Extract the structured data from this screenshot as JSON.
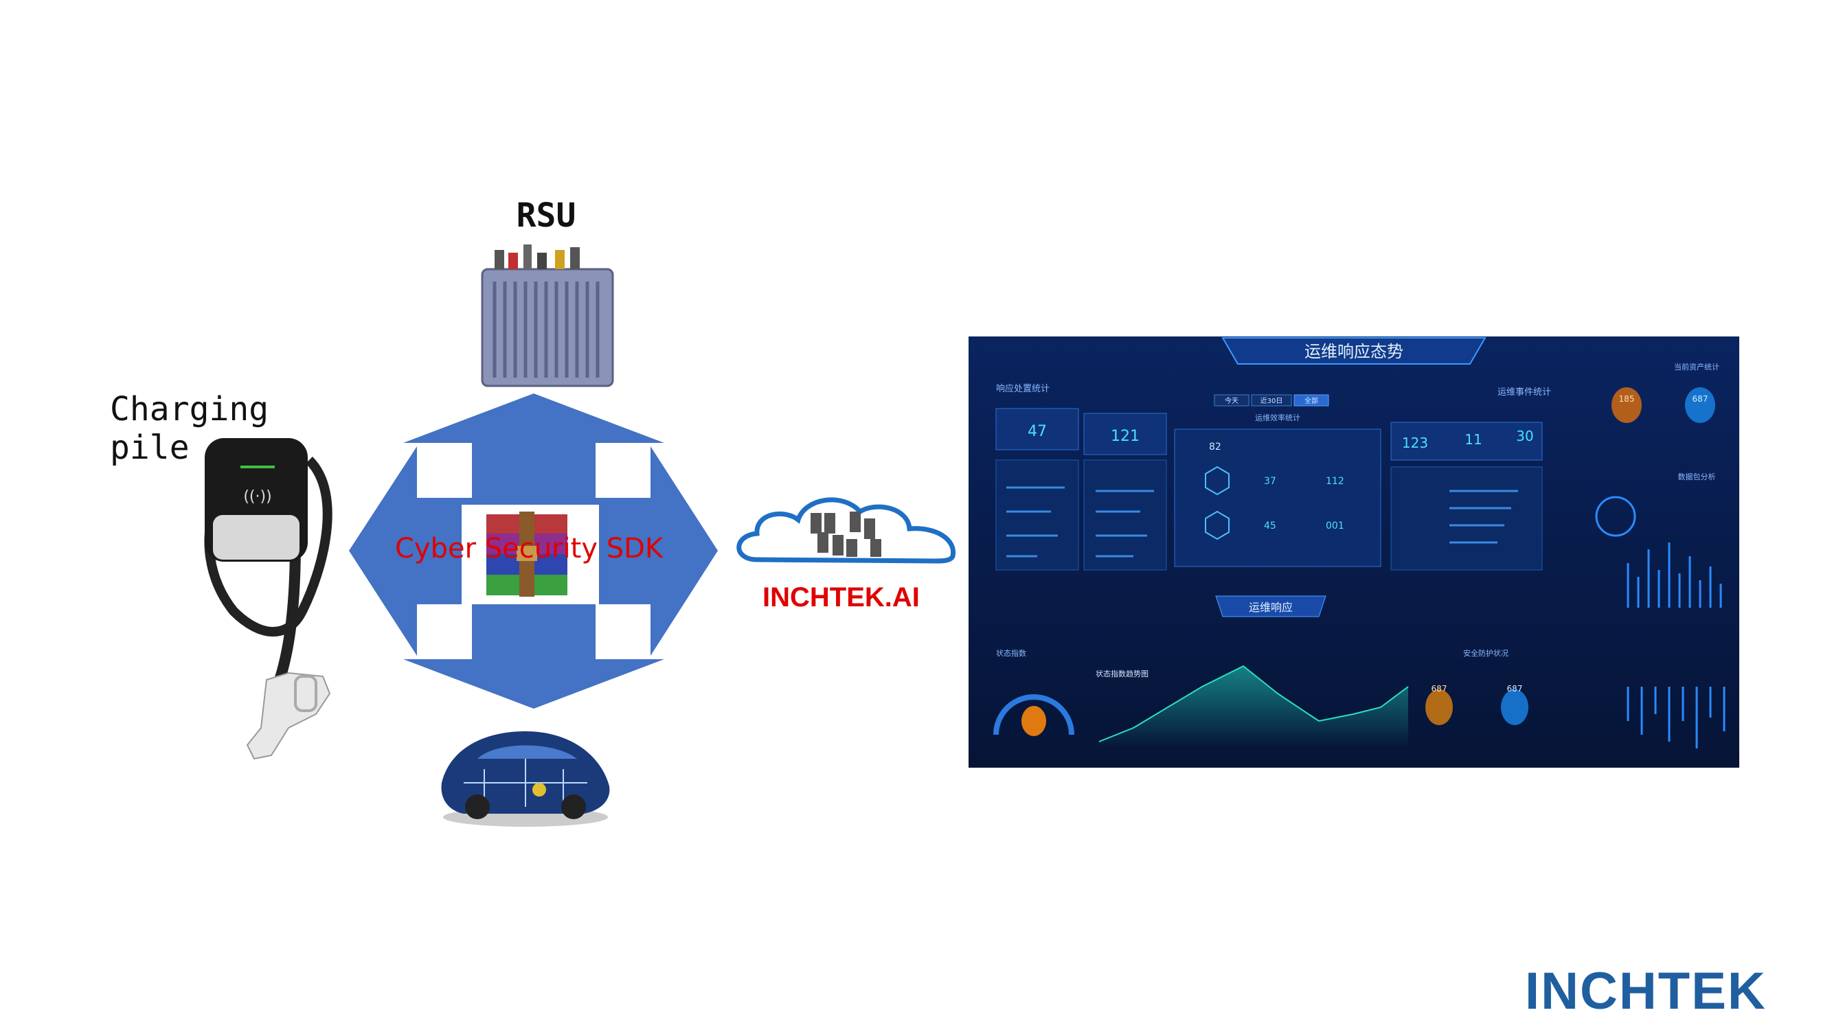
{
  "labels": {
    "rsu": "RSU",
    "charging_pile": "Charging pile",
    "sdk": "Cyber Security SDK",
    "cloud": "INCHTEK.AI",
    "brand": "INCHTEK"
  },
  "dashboard": {
    "title": "运维响应态势",
    "bottom_button": "运维响应",
    "left_header": "响应处置统计",
    "right_header": "运维事件统计",
    "far_right_header": "当前资产统计",
    "far_right_header2": "数据包分析",
    "bottom_left_header": "状态指数",
    "bottom_mid_header": "状态指数趋势图",
    "bottom_right_header": "安全防护状况",
    "tabs": [
      "今天",
      "近30日",
      "全部"
    ],
    "center_subtitle": "运维效率统计",
    "stat_left_1": "47",
    "stat_left_2": "121",
    "stat_right_1": "123",
    "stat_right_2": "11",
    "stat_right_3": "30",
    "center_pct": "82",
    "center_v1": "37",
    "center_v2": "112",
    "center_v3": "45",
    "center_v4": "001",
    "far_right_v1": "185",
    "far_right_v2": "687",
    "bottom_right_v1": "687",
    "bottom_right_v2": "687"
  },
  "colors": {
    "arrow": "#4472c4",
    "sdk_text": "#e00000",
    "brand": "#1f5fa0",
    "dashboard_bg": "#0a1c4a"
  }
}
